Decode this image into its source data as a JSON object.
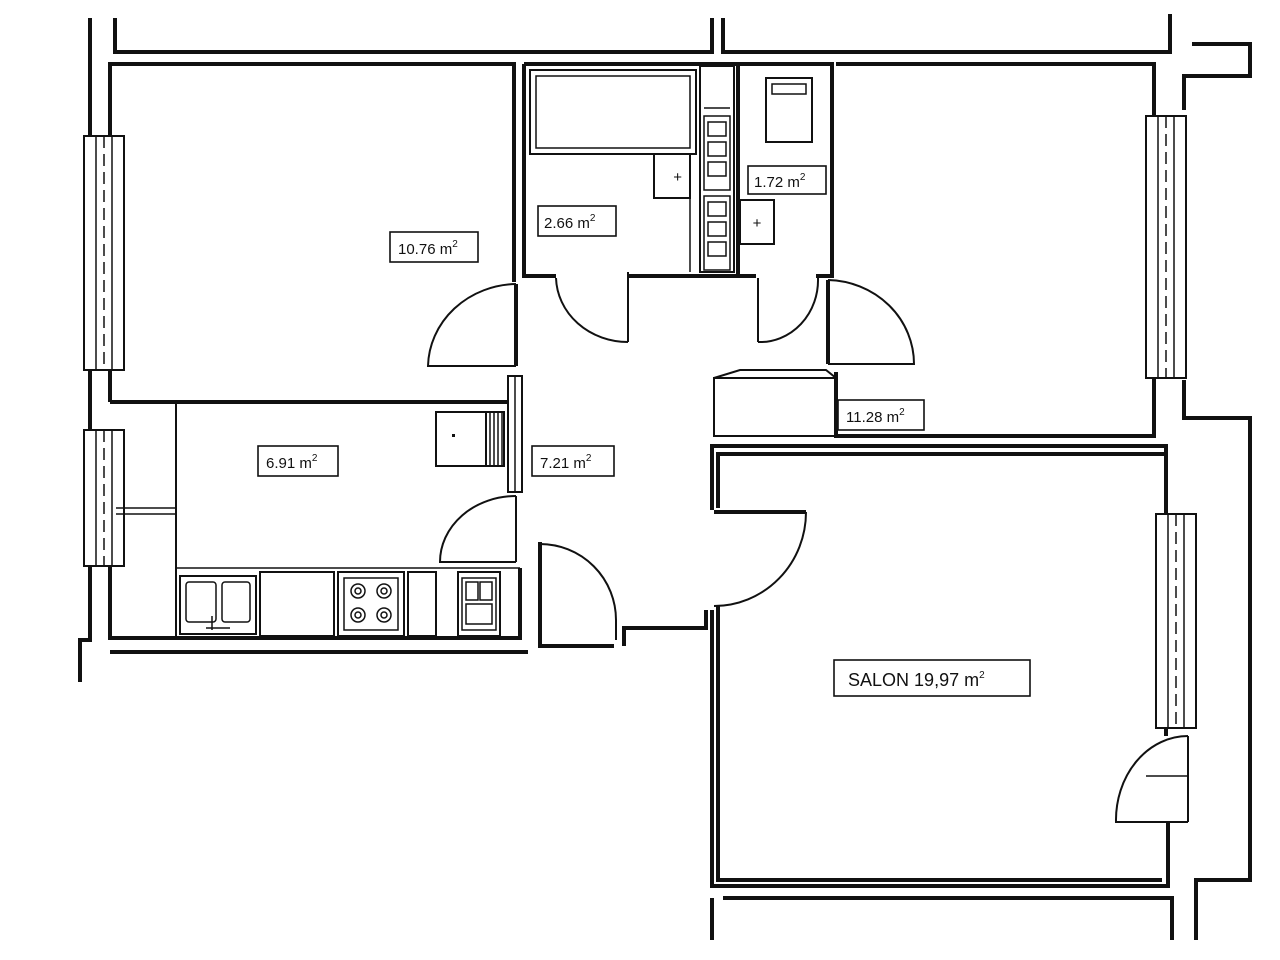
{
  "rooms": {
    "room_a": {
      "area": "10.76",
      "unit": "m",
      "exp": "2"
    },
    "bathroom": {
      "area": "2.66",
      "unit": "m",
      "exp": "2"
    },
    "wc": {
      "area": "1.72",
      "unit": "m",
      "exp": "2"
    },
    "kitchen": {
      "area": "6.91",
      "unit": "m",
      "exp": "2"
    },
    "hall": {
      "area": "7.21",
      "unit": "m",
      "exp": "2"
    },
    "room_b": {
      "area": "11.28",
      "unit": "m",
      "exp": "2"
    },
    "salon": {
      "name": "SALON",
      "area": "19,97",
      "unit": "m",
      "exp": "2"
    }
  },
  "colors": {
    "line": "#111111",
    "background": "#ffffff"
  }
}
